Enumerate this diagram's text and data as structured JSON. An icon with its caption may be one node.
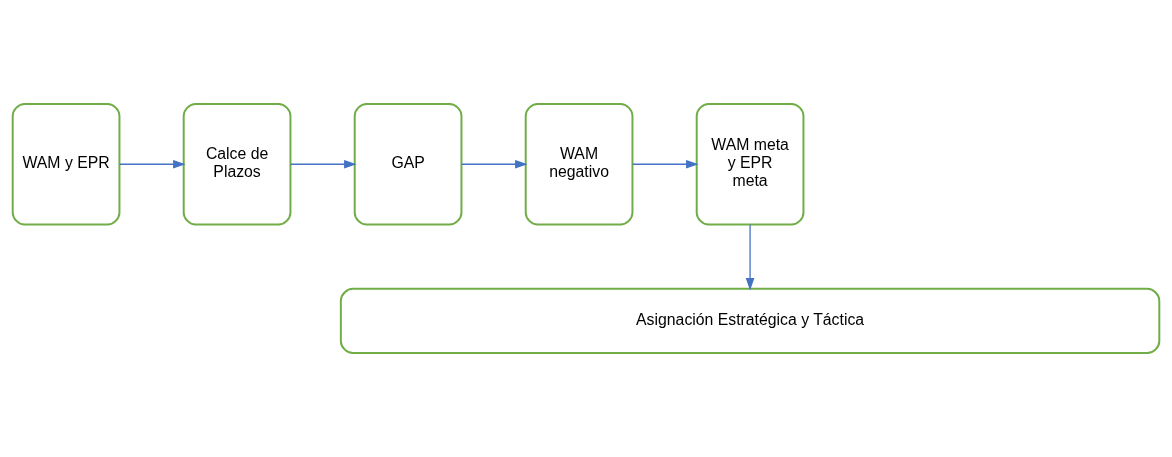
{
  "diagram": {
    "nodes": [
      {
        "text": [
          "WAM y EPR"
        ]
      },
      {
        "text": [
          "Calce de Plazos"
        ]
      },
      {
        "text": [
          "GAP"
        ]
      },
      {
        "text": [
          "WAM negativo"
        ]
      },
      {
        "text": [
          "WAM meta y EPR meta"
        ]
      },
      {
        "text": [
          "Asignación Estratégica y Táctica"
        ]
      }
    ],
    "edges": [
      {
        "from": 0,
        "to": 1,
        "arrow": "to"
      },
      {
        "from": 1,
        "to": 2,
        "arrow": "to"
      },
      {
        "from": 2,
        "to": 3,
        "arrow": "to"
      },
      {
        "from": 3,
        "to": 4,
        "arrow": "to"
      },
      {
        "from": 4,
        "to": 5,
        "arrow": "to"
      }
    ]
  }
}
